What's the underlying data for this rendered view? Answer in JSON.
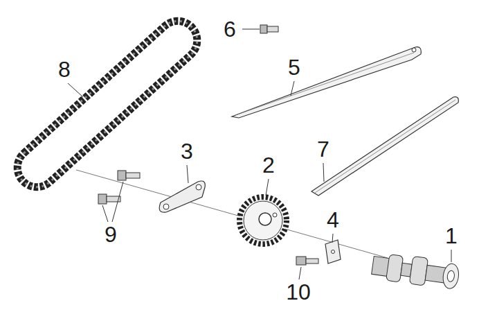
{
  "diagram": {
    "labels": [
      "6",
      "8",
      "5",
      "3",
      "2",
      "7",
      "9",
      "4",
      "1",
      "10"
    ]
  }
}
